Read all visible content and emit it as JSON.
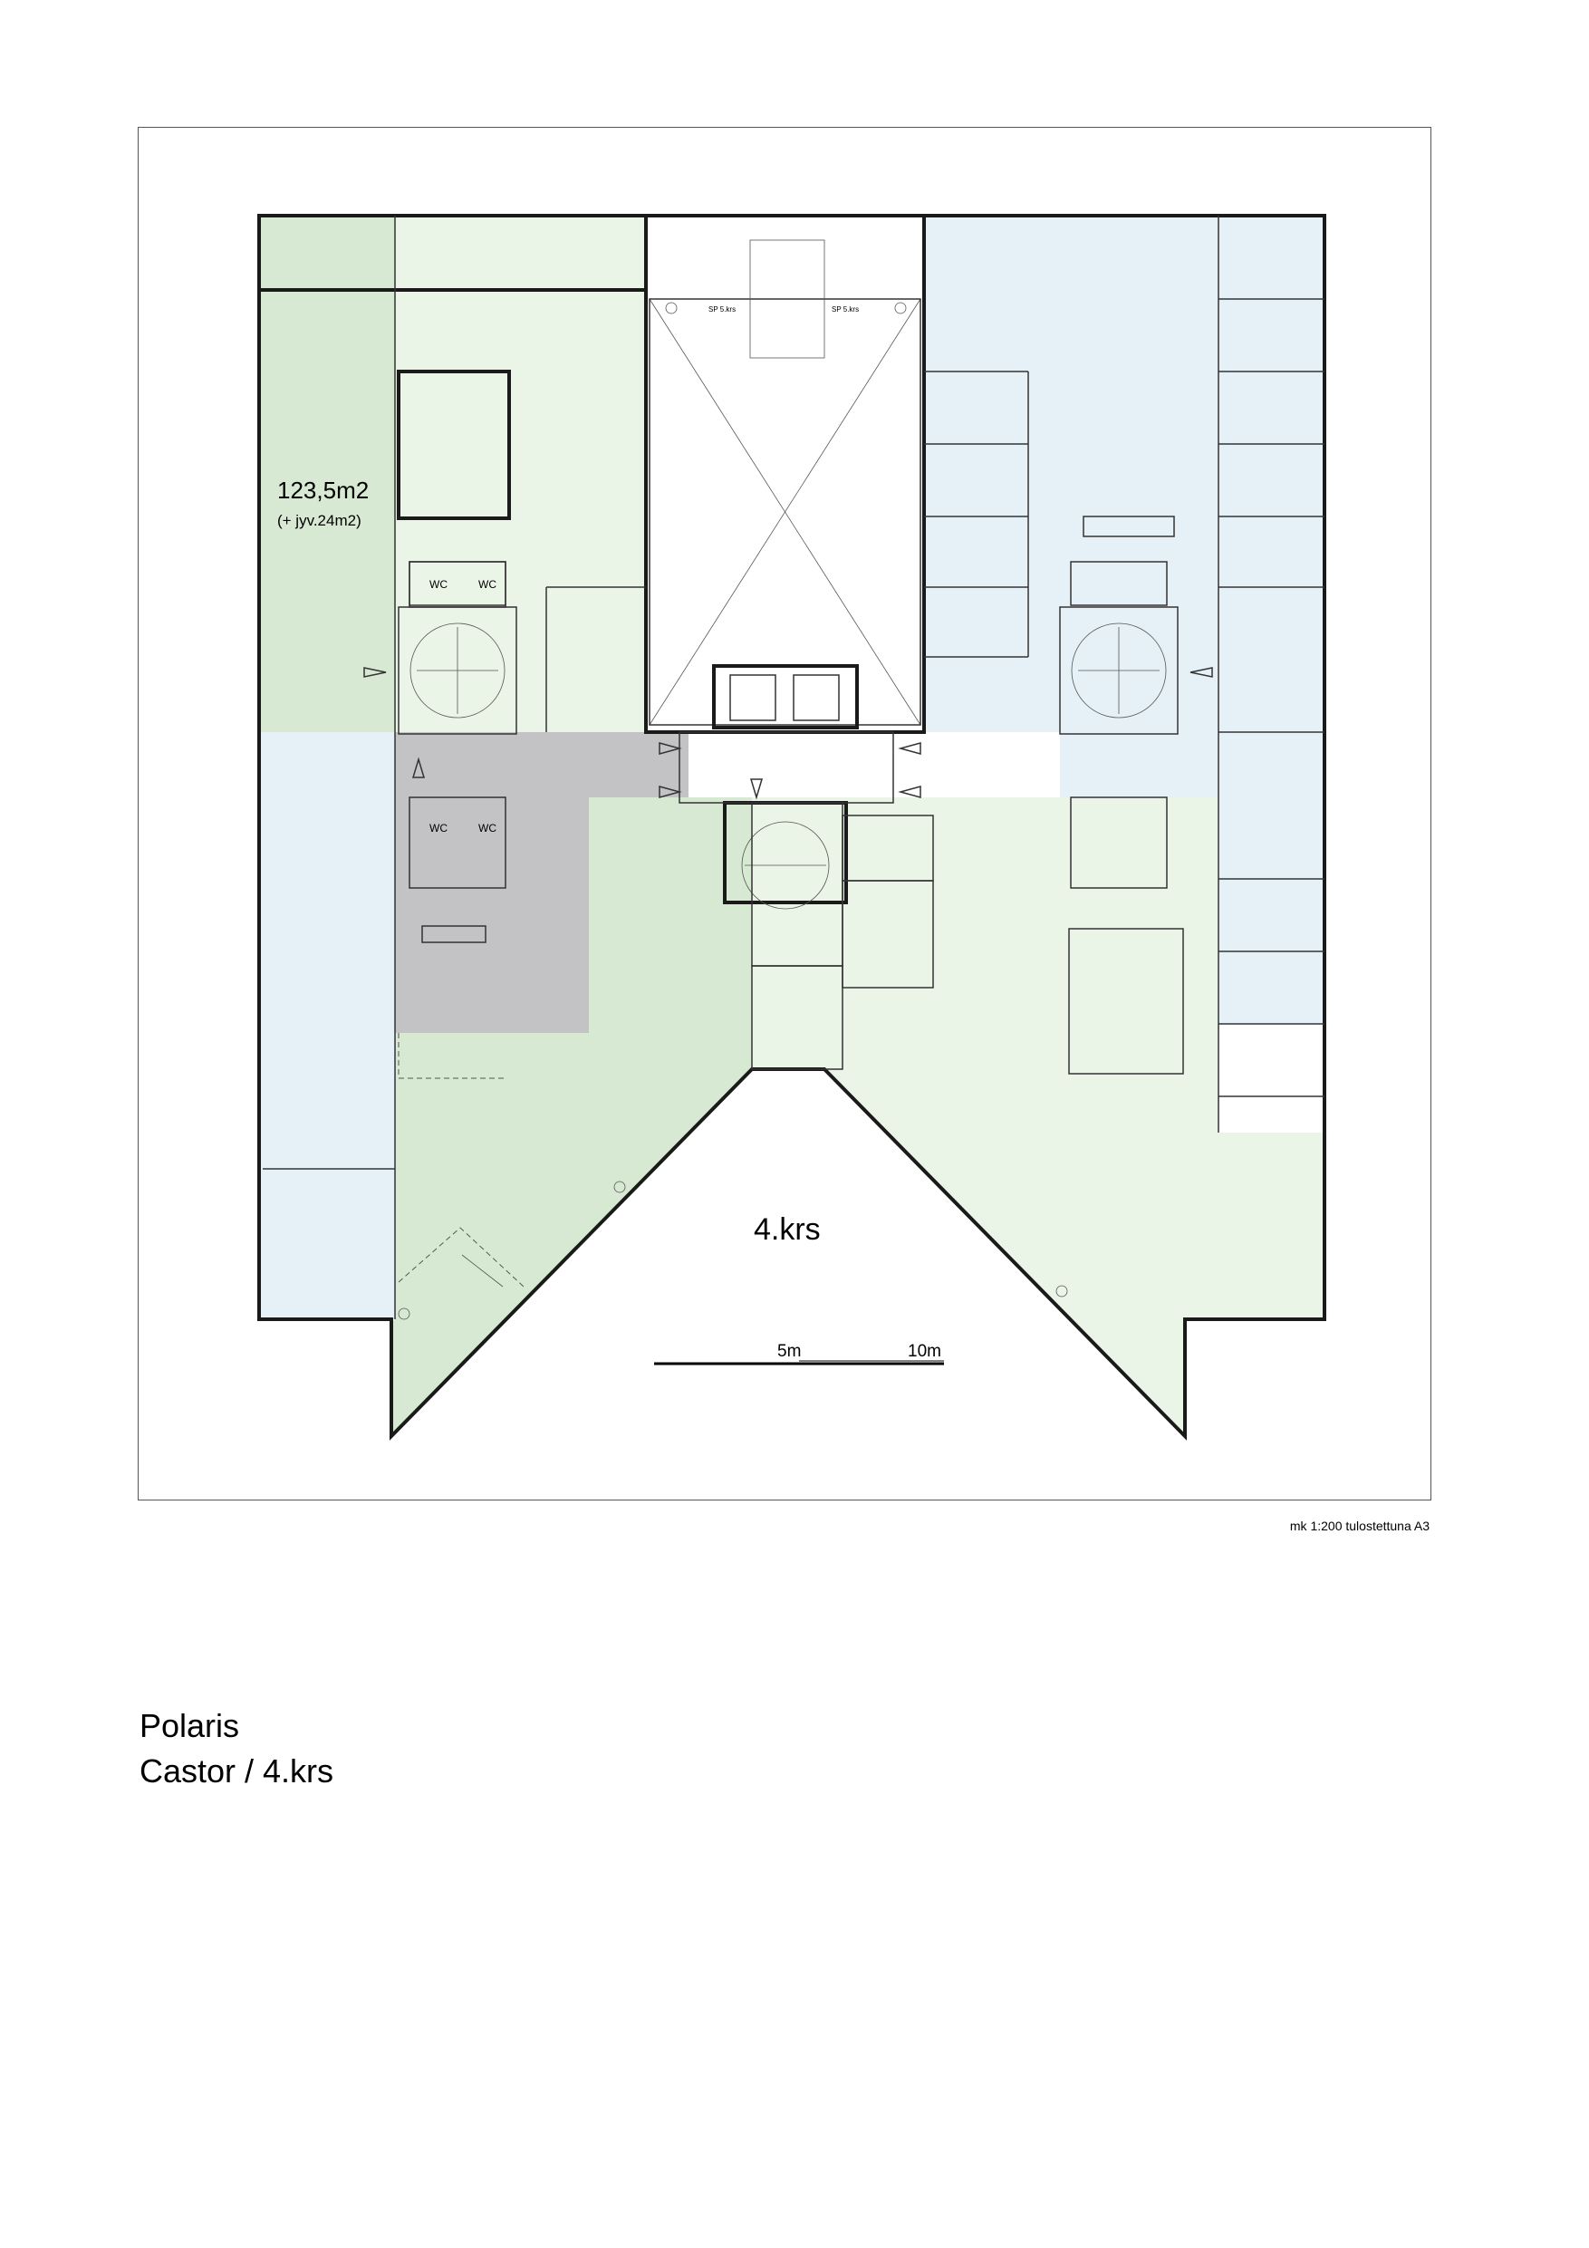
{
  "floor_plan": {
    "area_label": "123,5m2",
    "area_note": "(+ jyv.24m2)",
    "floor_label": "4.krs",
    "scale_bar": {
      "mid_label": "5m",
      "end_label": "10m"
    },
    "wc_labels": [
      "WC",
      "WC",
      "WC",
      "WC"
    ],
    "sp_labels": [
      "SP 5.krs",
      "SP 5.krs"
    ],
    "zone_colors": {
      "selected_space": "#d8e9d3",
      "office_light": "#eaf4e7",
      "office_blue": "#e6f0f7",
      "common_gray": "#c3c3c6",
      "atrium": "#ffffff"
    }
  },
  "footer": {
    "scale_note": "mk 1:200 tulostettuna A3",
    "project_title": "Polaris",
    "project_subtitle": "Castor / 4.krs"
  }
}
